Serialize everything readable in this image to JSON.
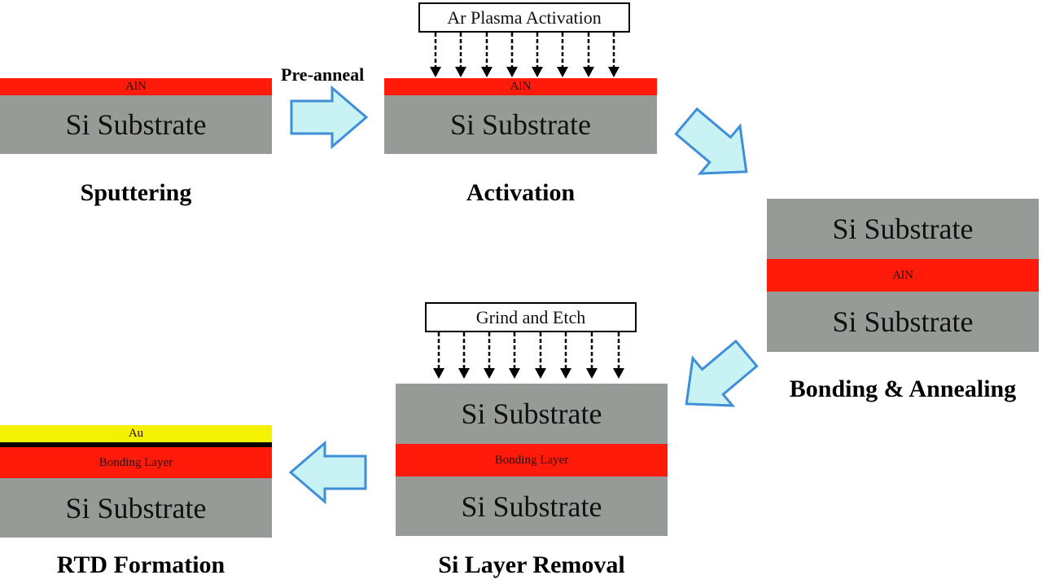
{
  "colors": {
    "substrate": "#969b98",
    "aln": "#ff1a0a",
    "au": "#f4f200",
    "arrow_fill": "#c8f2f4",
    "arrow_stroke": "#3f8ed8"
  },
  "steps": {
    "sputtering": {
      "caption": "Sputtering",
      "substrate": "Si Substrate",
      "layer": "AlN"
    },
    "activation": {
      "caption": "Activation",
      "substrate": "Si Substrate",
      "layer": "AlN",
      "process": "Ar Plasma Activation"
    },
    "bonding": {
      "caption": "Bonding & Annealing",
      "top_substrate": "Si Substrate",
      "layer": "AlN",
      "bottom_substrate": "Si Substrate"
    },
    "removal": {
      "caption": "Si Layer Removal",
      "top_substrate": "Si Substrate",
      "layer": "Bonding Layer",
      "bottom_substrate": "Si Substrate",
      "process": "Grind and Etch"
    },
    "rtd": {
      "caption": "RTD Formation",
      "metal": "Au",
      "layer": "Bonding Layer",
      "substrate": "Si Substrate"
    }
  },
  "transitions": {
    "pre_anneal": "Pre-anneal"
  }
}
